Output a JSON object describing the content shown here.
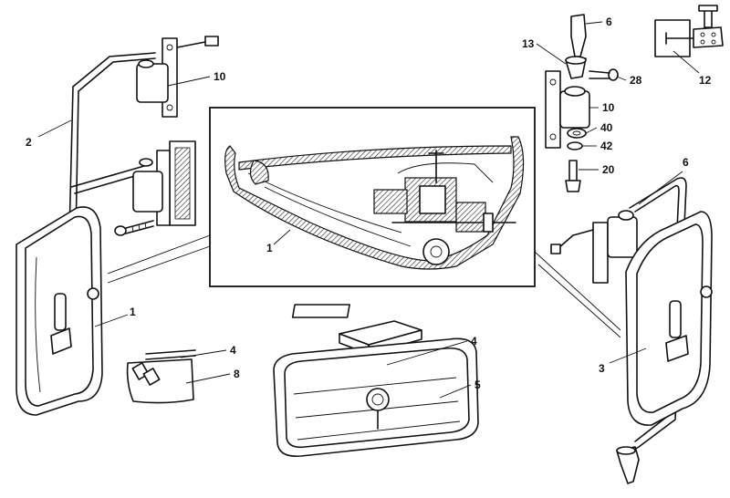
{
  "labels": {
    "l1_left": "1",
    "l2": "2",
    "l10_left": "10",
    "l1_inset": "1",
    "l4_small": "4",
    "l8": "8",
    "l4_center": "4",
    "l5": "5",
    "l6_top": "6",
    "l13": "13",
    "l28": "28",
    "l12": "12",
    "l10_right": "10",
    "l40": "40",
    "l42": "42",
    "l20": "20",
    "l6_right": "6",
    "l3": "3"
  }
}
